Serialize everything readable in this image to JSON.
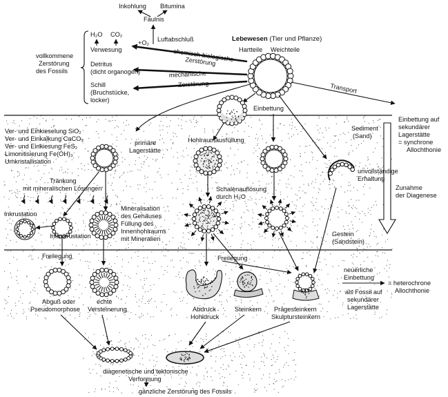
{
  "title": {
    "bold": "Lebewesen",
    "rest": " (Tier und Pflanze)"
  },
  "hartteile": "Hartteile",
  "weichteile": "Weichteile",
  "top": {
    "inkohlung": "Inkohlung",
    "bitumina": "Bitumina",
    "faulnis": "Fäulnis",
    "luftabschluss": "Luftabschluß",
    "o2": "+O₂",
    "h2o": "H₂O",
    "co2": "CO₂",
    "verwesung": "Verwesung",
    "detritus1": "Detritus",
    "detritus2": "(dicht organogen)",
    "schill1": "Schill",
    "schill2": "(Bruchstücke,",
    "schill3": "locker)",
    "vollkommen1": "vollkommene",
    "vollkommen2": "Zerstörung",
    "vollkommen3": "des Fossils",
    "chem1": "chemisch-biologische",
    "chem2": "Zerstörung",
    "mech1": "mechanische",
    "mech2": "Zerstörung",
    "transport": "Transport"
  },
  "right": {
    "einbettung_sek1": "Einbettung auf",
    "einbettung_sek2": "sekundärer",
    "einbettung_sek3": "Lagerstätte",
    "einbettung_sek4": "= synchrone",
    "einbettung_sek5": "Allochthonie",
    "sediment1": "Sediment",
    "sediment2": "(Sand)",
    "zunahme1": "Zunahme",
    "zunahme2": "der Diagenese",
    "gestein1": "Gestein",
    "gestein2": "(Sandstein)",
    "neu1": "neuerliche",
    "neu2": "Einbettung",
    "als1": "als Fossil auf",
    "als2": "sekundärer",
    "als3": "Lagerstätte",
    "hetero1": "= heterochrone",
    "hetero2": "Allochthonie"
  },
  "left": {
    "l1": "Ver- und Einkieselung SiO₂",
    "l2": "Ver- und Einkalkung CaCO₃",
    "l3": "Ver- und Einkiesung FeS₂",
    "l4": "Limonitisierung Fe(OH)₃",
    "l5": "Umkristallisation",
    "primare1": "primäre",
    "primare2": "Lagerstätte",
    "trankung1": "Tränkung",
    "trankung2": "mit mineralischen Lösungen",
    "inkrustation": "Inkrustation",
    "mineral1": "Mineralisation",
    "mineral2": "des Gehäuses",
    "mineral3": "Füllung des",
    "mineral4": "Innenhohlraums",
    "mineral5": "mit Mineralien",
    "intuskrustation": "Intuskrustation"
  },
  "center": {
    "einbettung": "Einbettung",
    "hohlraum": "Hohlraumausfüllung",
    "schalen1": "Schalenauflösung",
    "schalen2": "durch H₂O",
    "unvoll1": "unvollständige",
    "unvoll2": "Erhaltung"
  },
  "bottom": {
    "freilegung_l": "Freilegung",
    "freilegung_r": "Freilegung",
    "abguss1": "Abguß oder",
    "abguss2": "Pseudomorphose",
    "echte1": "echte",
    "echte2": "Versteinerung",
    "abdruck1": "Abdruck",
    "abdruck2": "Hohldruck",
    "steinkern": "Steinkern",
    "prage1": "Prägesteinkern",
    "prage2": "Skulptursteinkern",
    "diag1": "diagenetische und tektonische",
    "diag2": "Verformung",
    "ganz": "gänzliche Zerstörung des Fossils"
  }
}
